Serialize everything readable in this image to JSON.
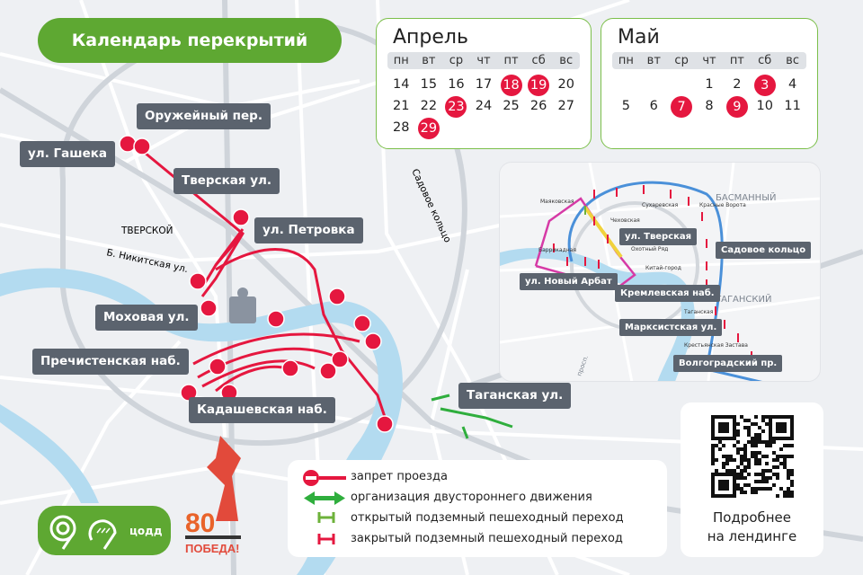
{
  "title": "Календарь перекрытий",
  "calendars": [
    {
      "month": "Апрель",
      "weekdays": [
        "пн",
        "вт",
        "ср",
        "чт",
        "пт",
        "сб",
        "вс"
      ],
      "days": [
        [
          "14",
          "15",
          "16",
          "17",
          "18",
          "19",
          "20"
        ],
        [
          "21",
          "22",
          "23",
          "24",
          "25",
          "26",
          "27"
        ],
        [
          "28",
          "29",
          "",
          "",
          "",
          "",
          ""
        ]
      ],
      "highlighted": [
        "18",
        "19",
        "23",
        "29"
      ]
    },
    {
      "month": "Май",
      "weekdays": [
        "пн",
        "вт",
        "ср",
        "чт",
        "пт",
        "сб",
        "вс"
      ],
      "days": [
        [
          "",
          "",
          "",
          "1",
          "2",
          "3",
          "4"
        ],
        [
          "5",
          "6",
          "7",
          "8",
          "9",
          "10",
          "11"
        ]
      ],
      "highlighted": [
        "3",
        "7",
        "9"
      ]
    }
  ],
  "map": {
    "labels": {
      "oruzheyny": "Оружейный пер.",
      "gasheka": "ул. Гашека",
      "tverskaya": "Тверская ул.",
      "petrovka": "ул. Петровка",
      "mokhovaya": "Моховая ул.",
      "prechistenskaya": "Пречистенская наб.",
      "kadashevskaya": "Кадашевская наб.",
      "taganskaya": "Таганская ул."
    },
    "districts": {
      "tverskoy": "ТВЕРСКОЙ",
      "nikitskaya": "Б. Никитская ул.",
      "sadovoe": "Садовое кольцо"
    }
  },
  "inset": {
    "labels": {
      "tverskaya": "ул. Тверская",
      "sadovoe": "Садовое кольцо",
      "arbat": "ул. Новый Арбат",
      "kremlin": "Кремлевская наб.",
      "marksistskaya": "Марксистская ул.",
      "volgogradsky": "Волгоградский пр."
    },
    "districts": {
      "basmanny": "БАСМАННЫЙ",
      "tagansky": "ТАГАНСКИЙ",
      "prosp": "просп."
    },
    "metro": {
      "mayak": "Маяковская",
      "chekhov": "Чеховская",
      "sukharev": "Сухаревская",
      "krasnye": "Красные Ворота",
      "barrik": "Баррикадная",
      "okhotny": "Охотный Ряд",
      "kitay": "Китай-город",
      "tagan": "Таганская",
      "krest": "Крестьянская Застава"
    }
  },
  "legend": [
    {
      "icon": "no-entry-icon",
      "label": "запрет проезда"
    },
    {
      "icon": "two-way-arrow-icon",
      "label": "организация двустороннего движения"
    },
    {
      "icon": "open-crossing-icon",
      "label": "открытый подземный пешеходный переход"
    },
    {
      "icon": "closed-crossing-icon",
      "label": "закрытый подземный пешеходный переход"
    }
  ],
  "qr": {
    "line1": "Подробнее",
    "line2": "на лендинге"
  },
  "logo": {
    "text": "цодд"
  },
  "victory": {
    "number": "80",
    "text": "ПОБЕДА!"
  },
  "colors": {
    "green": "#5ea832",
    "red": "#e5173f",
    "label": "#5b636e",
    "river": "#b3dbf0",
    "blue": "#4a90d9"
  }
}
